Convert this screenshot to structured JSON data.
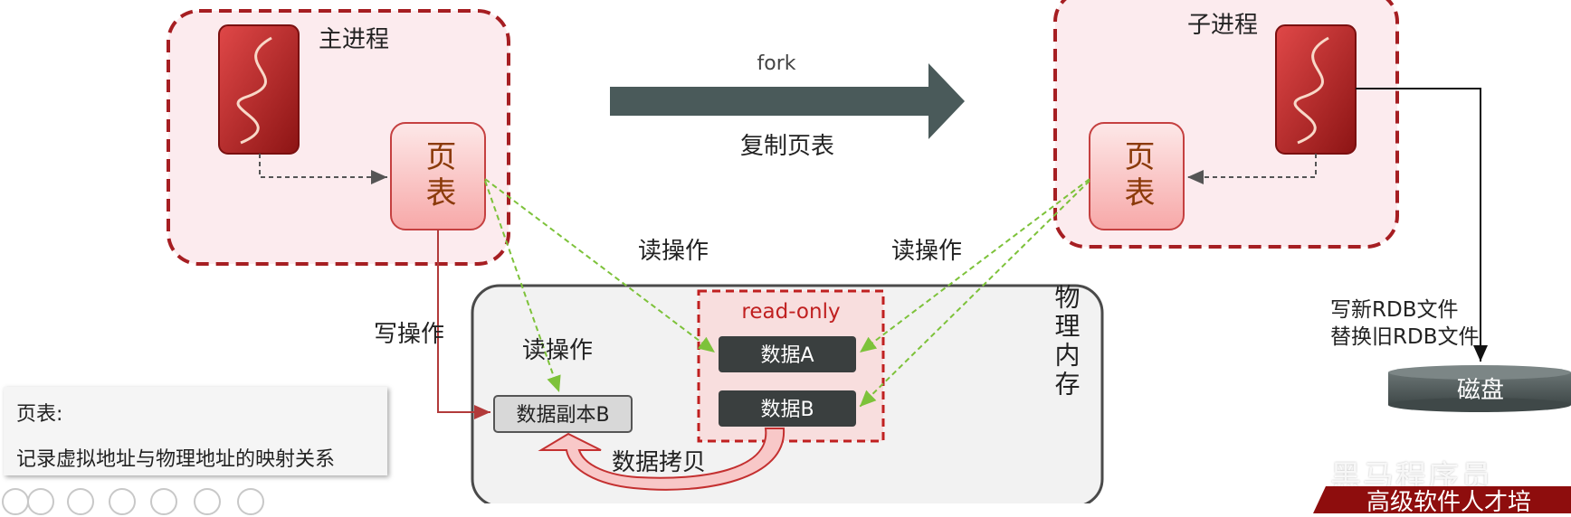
{
  "diagram": {
    "main_process_label": "主进程",
    "child_process_label": "子进程",
    "page_table_label_left": "页表",
    "page_table_label_right": "页表",
    "fork_label": "fork",
    "copy_page_table_label": "复制页表",
    "read_op_left": "读操作",
    "read_op_right": "读操作",
    "read_op_inner": "读操作",
    "write_op_label": "写操作",
    "read_only_label": "read-only",
    "data_a": "数据A",
    "data_b": "数据B",
    "data_copy_b": "数据副本B",
    "data_copy_label": "数据拷贝",
    "physical_memory_label": "物理内存",
    "write_rdb": "写新RDB文件",
    "replace_rdb": "替换旧RDB文件",
    "disk_label": "磁盘"
  },
  "note": {
    "title": "页表:",
    "text": "记录虚拟地址与物理地址的映射关系"
  },
  "footer": {
    "watermark": "黑马程序员",
    "banner": "高级软件人才培"
  },
  "colors": {
    "process_border": "#a61e22",
    "process_fill": "#fcebee",
    "arrow_dark": "#4a5a5a",
    "read_arrow": "#7dc23a",
    "write_arrow": "#b23a3a",
    "data_box": "#3a3f3f"
  }
}
